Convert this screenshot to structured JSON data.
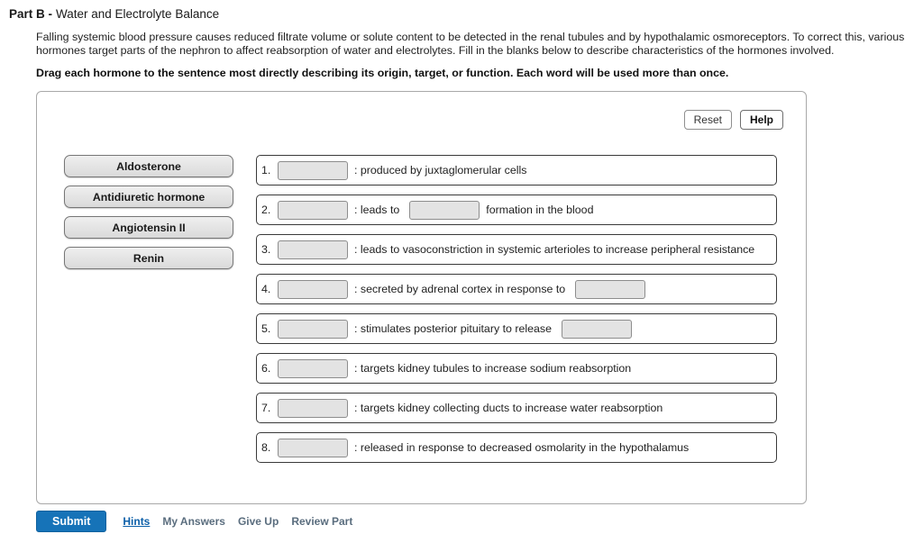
{
  "header": {
    "part_label": "Part B -",
    "part_title": "Water and Electrolyte Balance"
  },
  "intro": {
    "paragraph": "Falling systemic blood pressure causes reduced filtrate volume or solute content to be detected in the renal tubules and by hypothalamic osmoreceptors. To correct this, various hormones target parts of the nephron to affect reabsorption of water and electrolytes. Fill in the blanks below to describe characteristics of the hormones involved.",
    "instruction": "Drag each hormone to the sentence most directly describing its origin, target, or function. Each word will be used more than once."
  },
  "activity": {
    "reset_button": "Reset",
    "help_button": "Help",
    "hormones": [
      "Aldosterone",
      "Antidiuretic hormone",
      "Angiotensin II",
      "Renin"
    ],
    "sentences": [
      {
        "number": "1.",
        "text1": ": produced by juxtaglomerular cells"
      },
      {
        "number": "2.",
        "text1": ": leads to",
        "text2": "formation in the blood"
      },
      {
        "number": "3.",
        "text1": ": leads to vasoconstriction in systemic arterioles to increase peripheral resistance"
      },
      {
        "number": "4.",
        "text1": ": secreted by adrenal cortex in response to"
      },
      {
        "number": "5.",
        "text1": ": stimulates posterior pituitary to release"
      },
      {
        "number": "6.",
        "text1": ": targets kidney tubules to increase sodium reabsorption"
      },
      {
        "number": "7.",
        "text1": ": targets kidney collecting ducts to increase water reabsorption"
      },
      {
        "number": "8.",
        "text1": ": released in response to decreased osmolarity in the hypothalamus"
      }
    ]
  },
  "footer": {
    "submit_label": "Submit",
    "links": [
      "Hints",
      "My Answers",
      "Give Up",
      "Review Part"
    ]
  },
  "colors": {
    "submit_blue": "#1673b8",
    "hints_link_blue": "#0c5fa8",
    "footer_link_gray": "#5a6d7e",
    "blank_fill": "#e3e3e3",
    "chip_fill": "#e2e2e2",
    "row_border": "#3a3a3a"
  }
}
